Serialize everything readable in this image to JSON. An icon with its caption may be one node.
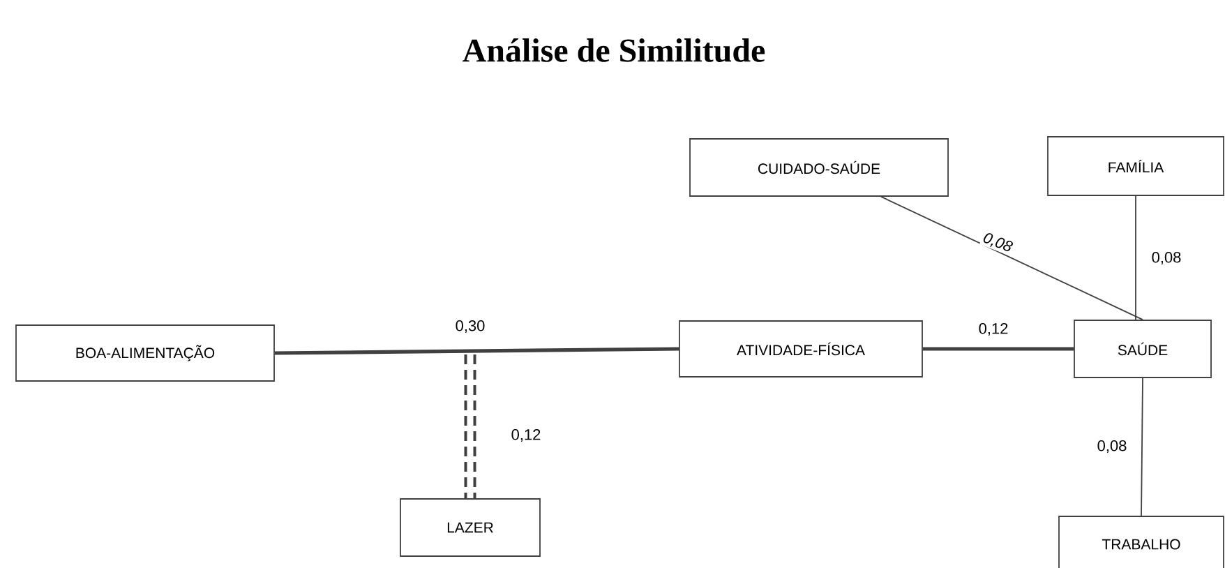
{
  "diagram": {
    "title": "Análise de Similitude",
    "nodes": [
      {
        "text": [
          "CUIDADO-SAÚDE"
        ]
      },
      {
        "text": [
          "FAMÍLIA"
        ]
      },
      {
        "text": [
          "BOA-ALIMENTAÇÃO"
        ]
      },
      {
        "text": [
          "ATIVIDADE-FÍSICA"
        ]
      },
      {
        "text": [
          "SAÚDE"
        ]
      },
      {
        "text": [
          "LAZER"
        ]
      },
      {
        "text": [
          "TRABALHO"
        ]
      }
    ],
    "edges": [
      {
        "from": 2,
        "to": 3,
        "arrow": "none",
        "style": "thick",
        "label": "0,30"
      },
      {
        "from": 3,
        "to": 4,
        "arrow": "none",
        "style": "thick",
        "label": "0,12"
      },
      {
        "from": 0,
        "to": 4,
        "arrow": "none",
        "label": "0,08"
      },
      {
        "from": 1,
        "to": 4,
        "arrow": "none",
        "label": "0,08"
      },
      {
        "from": 4,
        "to": 6,
        "arrow": "none",
        "label": "0,08"
      },
      {
        "from": null,
        "to": 5,
        "arrow": "none",
        "style": "dashed",
        "label": "0,12"
      }
    ]
  }
}
